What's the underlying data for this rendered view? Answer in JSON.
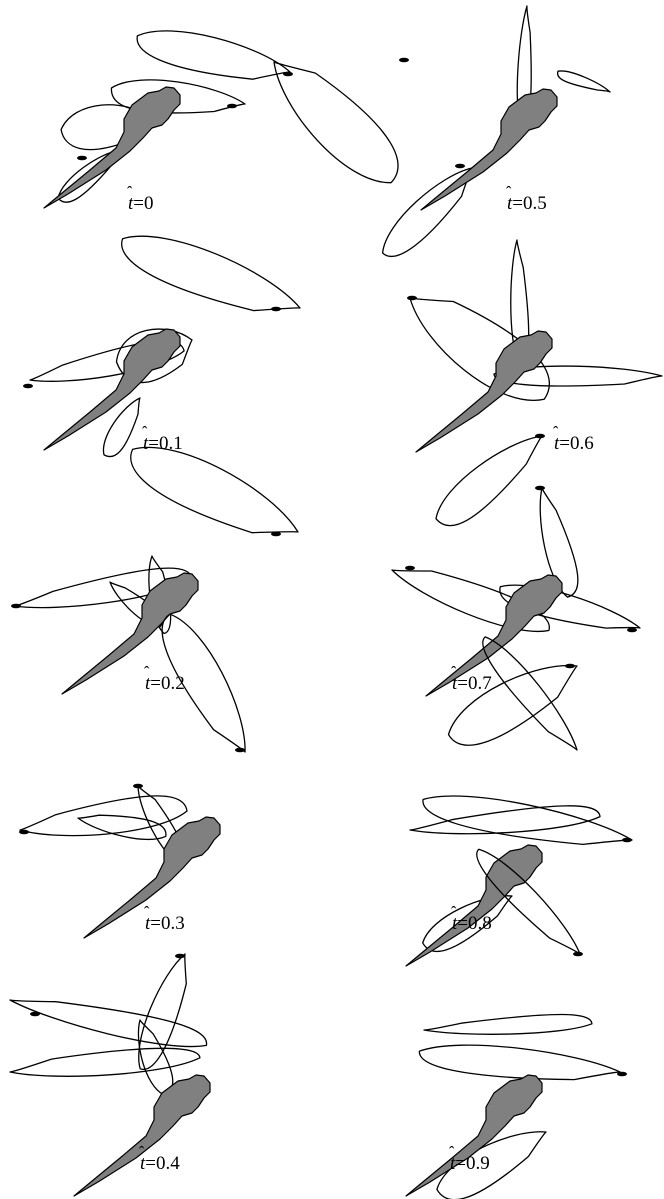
{
  "figure": {
    "time_symbol": "t",
    "frames": [
      {
        "t_value": "=0"
      },
      {
        "t_value": "=0.5"
      },
      {
        "t_value": "=0.1"
      },
      {
        "t_value": "=0.6"
      },
      {
        "t_value": "=0.2"
      },
      {
        "t_value": "=0.7"
      },
      {
        "t_value": "=0.3"
      },
      {
        "t_value": "=0.8"
      },
      {
        "t_value": "=0.4"
      },
      {
        "t_value": "=0.9"
      }
    ]
  }
}
